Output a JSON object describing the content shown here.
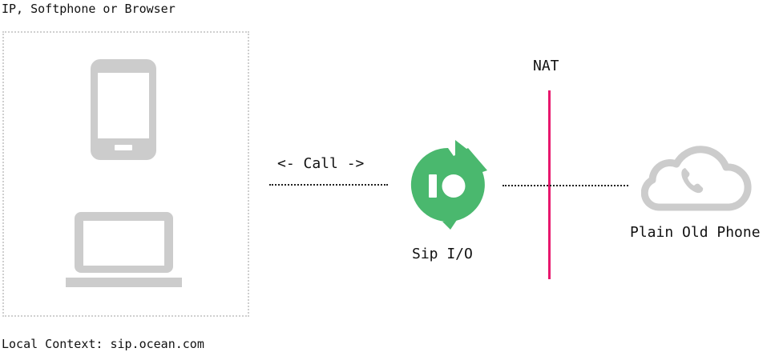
{
  "labels": {
    "top": "IP, Softphone or Browser",
    "bottom": "Local Context: sip.ocean.com",
    "call": "<- Call ->",
    "sip": "Sip I/O",
    "nat": "NAT",
    "phone": "Plain Old Phone"
  },
  "icons": {
    "mobile": "smartphone-icon",
    "laptop": "laptop-icon",
    "sipio": "sipio-logo-icon",
    "cloud": "cloud-phone-icon"
  },
  "colors": {
    "device_gray": "#cccccc",
    "box_border": "#cfcfcf",
    "sipio_green": "#4ab86e",
    "nat_line": "#e8176d",
    "dotted_line": "#222222"
  }
}
